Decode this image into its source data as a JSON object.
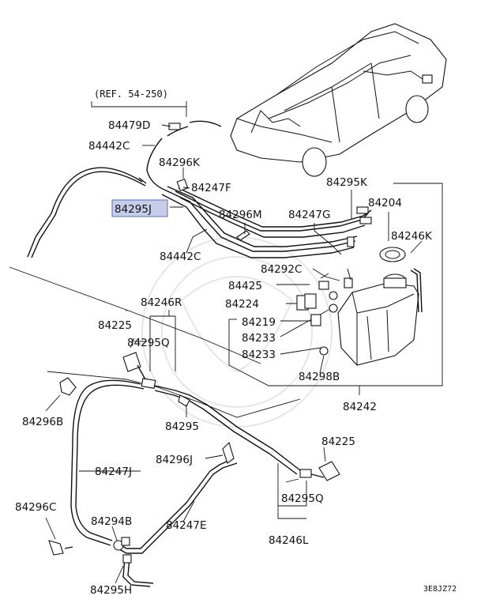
{
  "reference_note": "(REF. 54-250)",
  "diagram_code": "3E8JZ72",
  "highlighted_part": "84295J",
  "callouts": {
    "p84479D": "84479D",
    "p84442C_top": "84442C",
    "p84296K": "84296K",
    "p84247F": "84247F",
    "p84295J": "84295J",
    "p84296M": "84296M",
    "p84247G": "84247G",
    "p84442C_mid": "84442C",
    "p84295K": "84295K",
    "p84204": "84204",
    "p84246K": "84246K",
    "p84292C": "84292C",
    "p84425": "84425",
    "p84224": "84224",
    "p84219": "84219",
    "p84233_a": "84233",
    "p84233_b": "84233",
    "p84298B": "84298B",
    "p84242": "84242",
    "p84246R": "84246R",
    "p84225_left": "84225",
    "p84295Q_top": "84295Q",
    "p84296B": "84296B",
    "p84295": "84295",
    "p84247J": "84247J",
    "p84296J": "84296J",
    "p84225_right": "84225",
    "p84296C": "84296C",
    "p84294B": "84294B",
    "p84247E": "84247E",
    "p84295Q_bottom": "84295Q",
    "p84246L": "84246L",
    "p84295H": "84295H"
  }
}
